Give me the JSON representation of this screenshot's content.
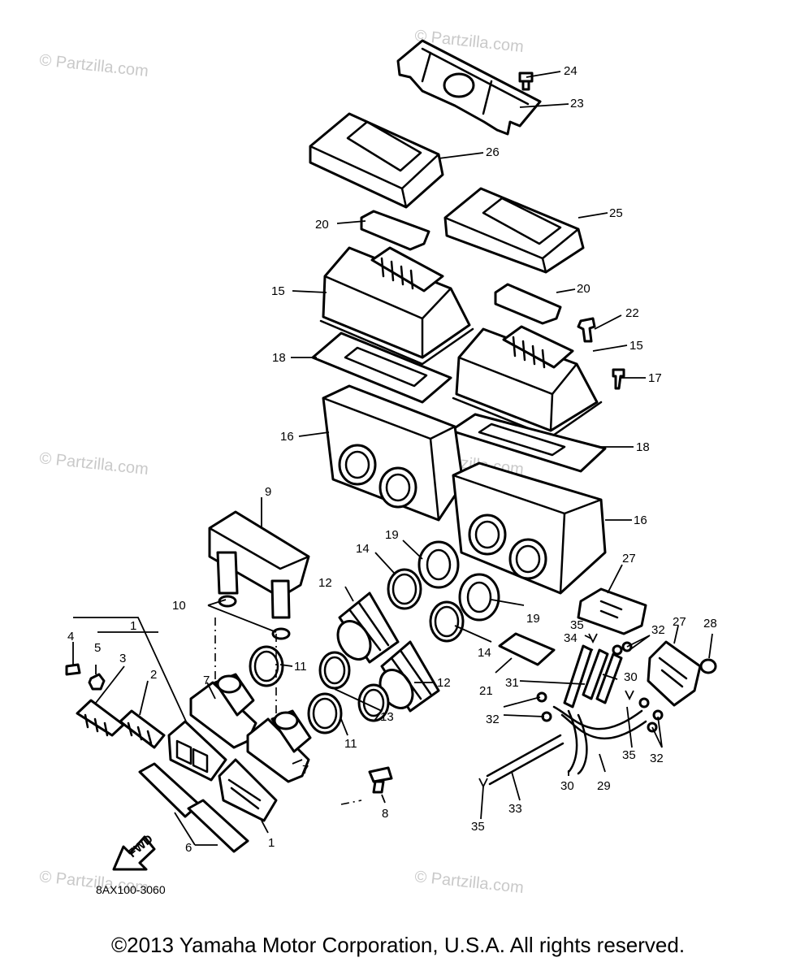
{
  "watermark": "© Partzilla.com",
  "diagram_code": "8AX100-3060",
  "fwd_label": "FWD",
  "copyright": "©2013 Yamaha Motor Corporation, U.S.A. All rights reserved.",
  "callouts": [
    "1",
    "1",
    "2",
    "3",
    "4",
    "5",
    "6",
    "7",
    "7",
    "8",
    "9",
    "10",
    "11",
    "11",
    "12",
    "12",
    "13",
    "14",
    "14",
    "15",
    "15",
    "16",
    "16",
    "17",
    "18",
    "18",
    "19",
    "19",
    "20",
    "20",
    "21",
    "22",
    "23",
    "24",
    "25",
    "26",
    "27",
    "27",
    "28",
    "29",
    "30",
    "30",
    "31",
    "32",
    "32",
    "32",
    "33",
    "34",
    "35",
    "35",
    "35"
  ]
}
